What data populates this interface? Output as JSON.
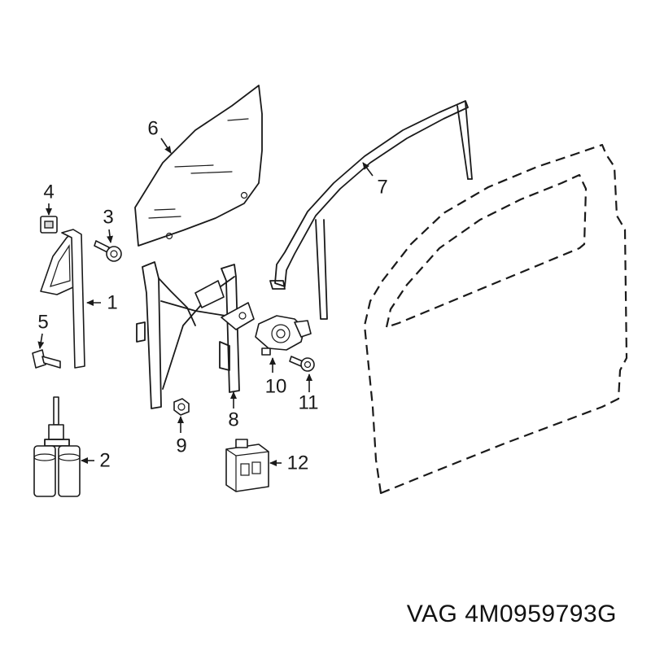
{
  "part_code": "VAG 4M0959793G",
  "callouts": [
    "1",
    "2",
    "3",
    "4",
    "5",
    "6",
    "7",
    "8",
    "9",
    "10",
    "11",
    "12"
  ],
  "colors": {
    "line": "#1a1a1a",
    "background": "#ffffff",
    "shade": "#d9d9d9"
  }
}
